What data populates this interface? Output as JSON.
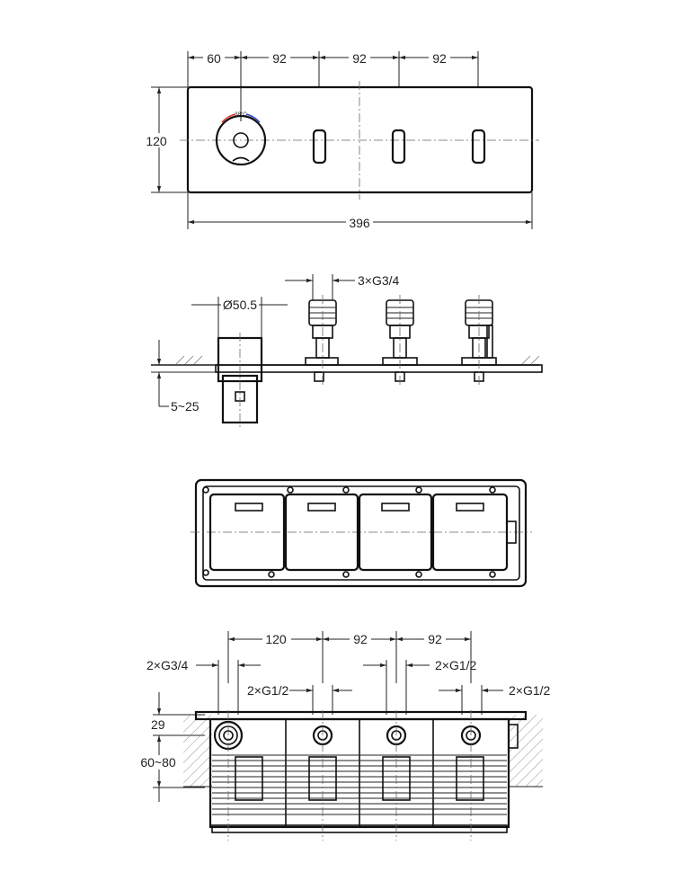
{
  "views": {
    "front": {
      "dims": {
        "d1": "60",
        "d2": "92",
        "d3": "92",
        "d4": "92",
        "height": "120",
        "width": "396"
      },
      "thermostat_label": "38°C"
    },
    "side": {
      "dims": {
        "connections": "3×G3/4",
        "diameter": "Ø50.5",
        "depth": "5~25"
      }
    },
    "top": {},
    "bottom": {
      "dims": {
        "d1": "120",
        "d2": "92",
        "d3": "92",
        "inlet": "2×G3/4",
        "outlet1": "2×G1/2",
        "outlet2": "2×G1/2",
        "outlet3": "2×G1/2",
        "cover": "29",
        "install_depth": "60~80"
      }
    }
  }
}
